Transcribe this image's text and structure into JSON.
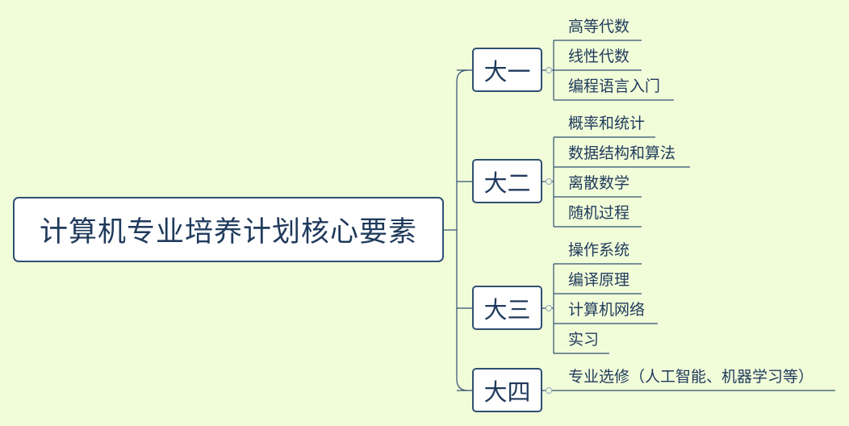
{
  "root": {
    "title": "计算机专业培养计划核心要素"
  },
  "years": [
    {
      "label": "大一",
      "courses": [
        "高等代数",
        "线性代数",
        "编程语言入门"
      ]
    },
    {
      "label": "大二",
      "courses": [
        "概率和统计",
        "数据结构和算法",
        "离散数学",
        "随机过程"
      ]
    },
    {
      "label": "大三",
      "courses": [
        "操作系统",
        "编译原理",
        "计算机网络",
        "实习"
      ]
    },
    {
      "label": "大四",
      "courses": [
        "专业选修（人工智能、机器学习等）"
      ]
    }
  ],
  "colors": {
    "background": "#f1fcd9",
    "line": "#2f4f72",
    "text": "#1f3a5c",
    "node_fill": "#ffffff"
  }
}
